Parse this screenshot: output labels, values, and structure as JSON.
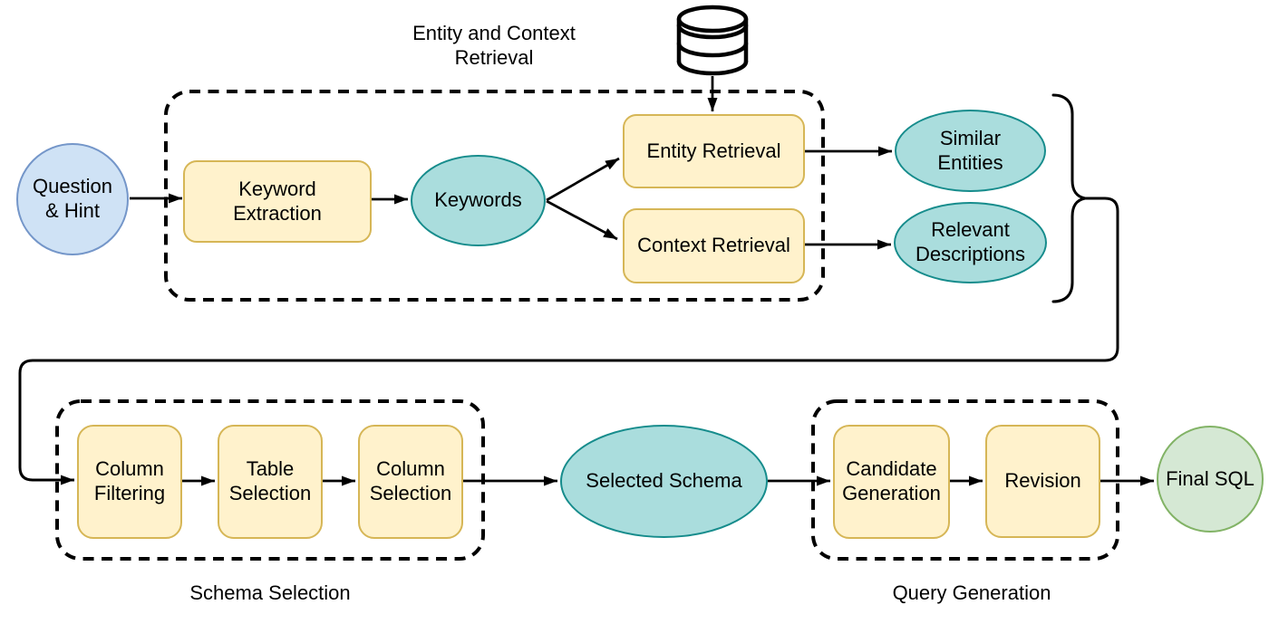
{
  "colors": {
    "process_fill": "#fff2cc",
    "process_stroke": "#d6b656",
    "artifact_fill": "#aadddd",
    "artifact_stroke": "#168c8c",
    "input_fill": "#cfe2f5",
    "input_stroke": "#7496c9",
    "output_fill": "#d5e8d4",
    "output_stroke": "#82b366",
    "line_color": "#000000"
  },
  "groups": {
    "entity_context_retrieval": {
      "label": "Entity and Context\nRetrieval"
    },
    "schema_selection": {
      "label": "Schema Selection"
    },
    "query_generation": {
      "label": "Query Generation"
    }
  },
  "nodes": {
    "question_hint": {
      "label": "Question\n& Hint",
      "type": "input"
    },
    "keyword_extraction": {
      "label": "Keyword\nExtraction",
      "type": "process"
    },
    "keywords": {
      "label": "Keywords",
      "type": "artifact"
    },
    "entity_retrieval": {
      "label": "Entity Retrieval",
      "type": "process"
    },
    "context_retrieval": {
      "label": "Context Retrieval",
      "type": "process"
    },
    "similar_entities": {
      "label": "Similar\nEntities",
      "type": "artifact"
    },
    "relevant_descriptions": {
      "label": "Relevant\nDescriptions",
      "type": "artifact"
    },
    "column_filtering": {
      "label": "Column\nFiltering",
      "type": "process"
    },
    "table_selection": {
      "label": "Table\nSelection",
      "type": "process"
    },
    "column_selection": {
      "label": "Column\nSelection",
      "type": "process"
    },
    "selected_schema": {
      "label": "Selected Schema",
      "type": "artifact"
    },
    "candidate_generation": {
      "label": "Candidate\nGeneration",
      "type": "process"
    },
    "revision": {
      "label": "Revision",
      "type": "process"
    },
    "final_sql": {
      "label": "Final SQL",
      "type": "output"
    }
  },
  "icons": {
    "database_icon": "database-cylinder"
  },
  "edges": [
    {
      "from": "question_hint",
      "to": "keyword_extraction"
    },
    {
      "from": "keyword_extraction",
      "to": "keywords"
    },
    {
      "from": "keywords",
      "to": "entity_retrieval"
    },
    {
      "from": "keywords",
      "to": "context_retrieval"
    },
    {
      "from": "database_icon",
      "to": "entity_retrieval"
    },
    {
      "from": "entity_retrieval",
      "to": "similar_entities"
    },
    {
      "from": "context_retrieval",
      "to": "relevant_descriptions"
    },
    {
      "from": "retrieval_outputs_brace",
      "to": "column_filtering"
    },
    {
      "from": "column_filtering",
      "to": "table_selection"
    },
    {
      "from": "table_selection",
      "to": "column_selection"
    },
    {
      "from": "column_selection",
      "to": "selected_schema"
    },
    {
      "from": "selected_schema",
      "to": "candidate_generation"
    },
    {
      "from": "candidate_generation",
      "to": "revision"
    },
    {
      "from": "revision",
      "to": "final_sql"
    }
  ]
}
